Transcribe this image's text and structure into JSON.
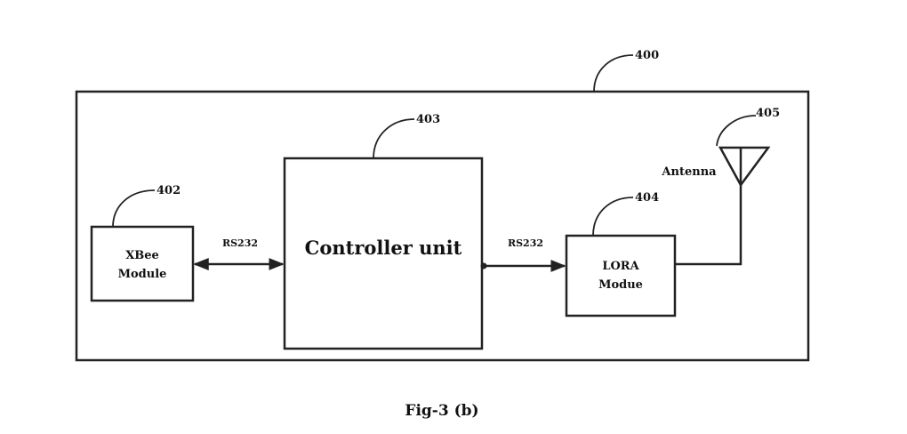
{
  "refs": {
    "system": "400",
    "xbee": "402",
    "controller": "403",
    "lora": "404",
    "antenna": "405"
  },
  "blocks": {
    "xbee": [
      "XBee",
      "Module"
    ],
    "controller": "Controller unit",
    "lora": [
      "LORA",
      "Modue"
    ]
  },
  "links": {
    "xbee_controller": "RS232",
    "controller_lora": "RS232"
  },
  "antenna_label": "Antenna",
  "caption": "Fig-3 (b)"
}
